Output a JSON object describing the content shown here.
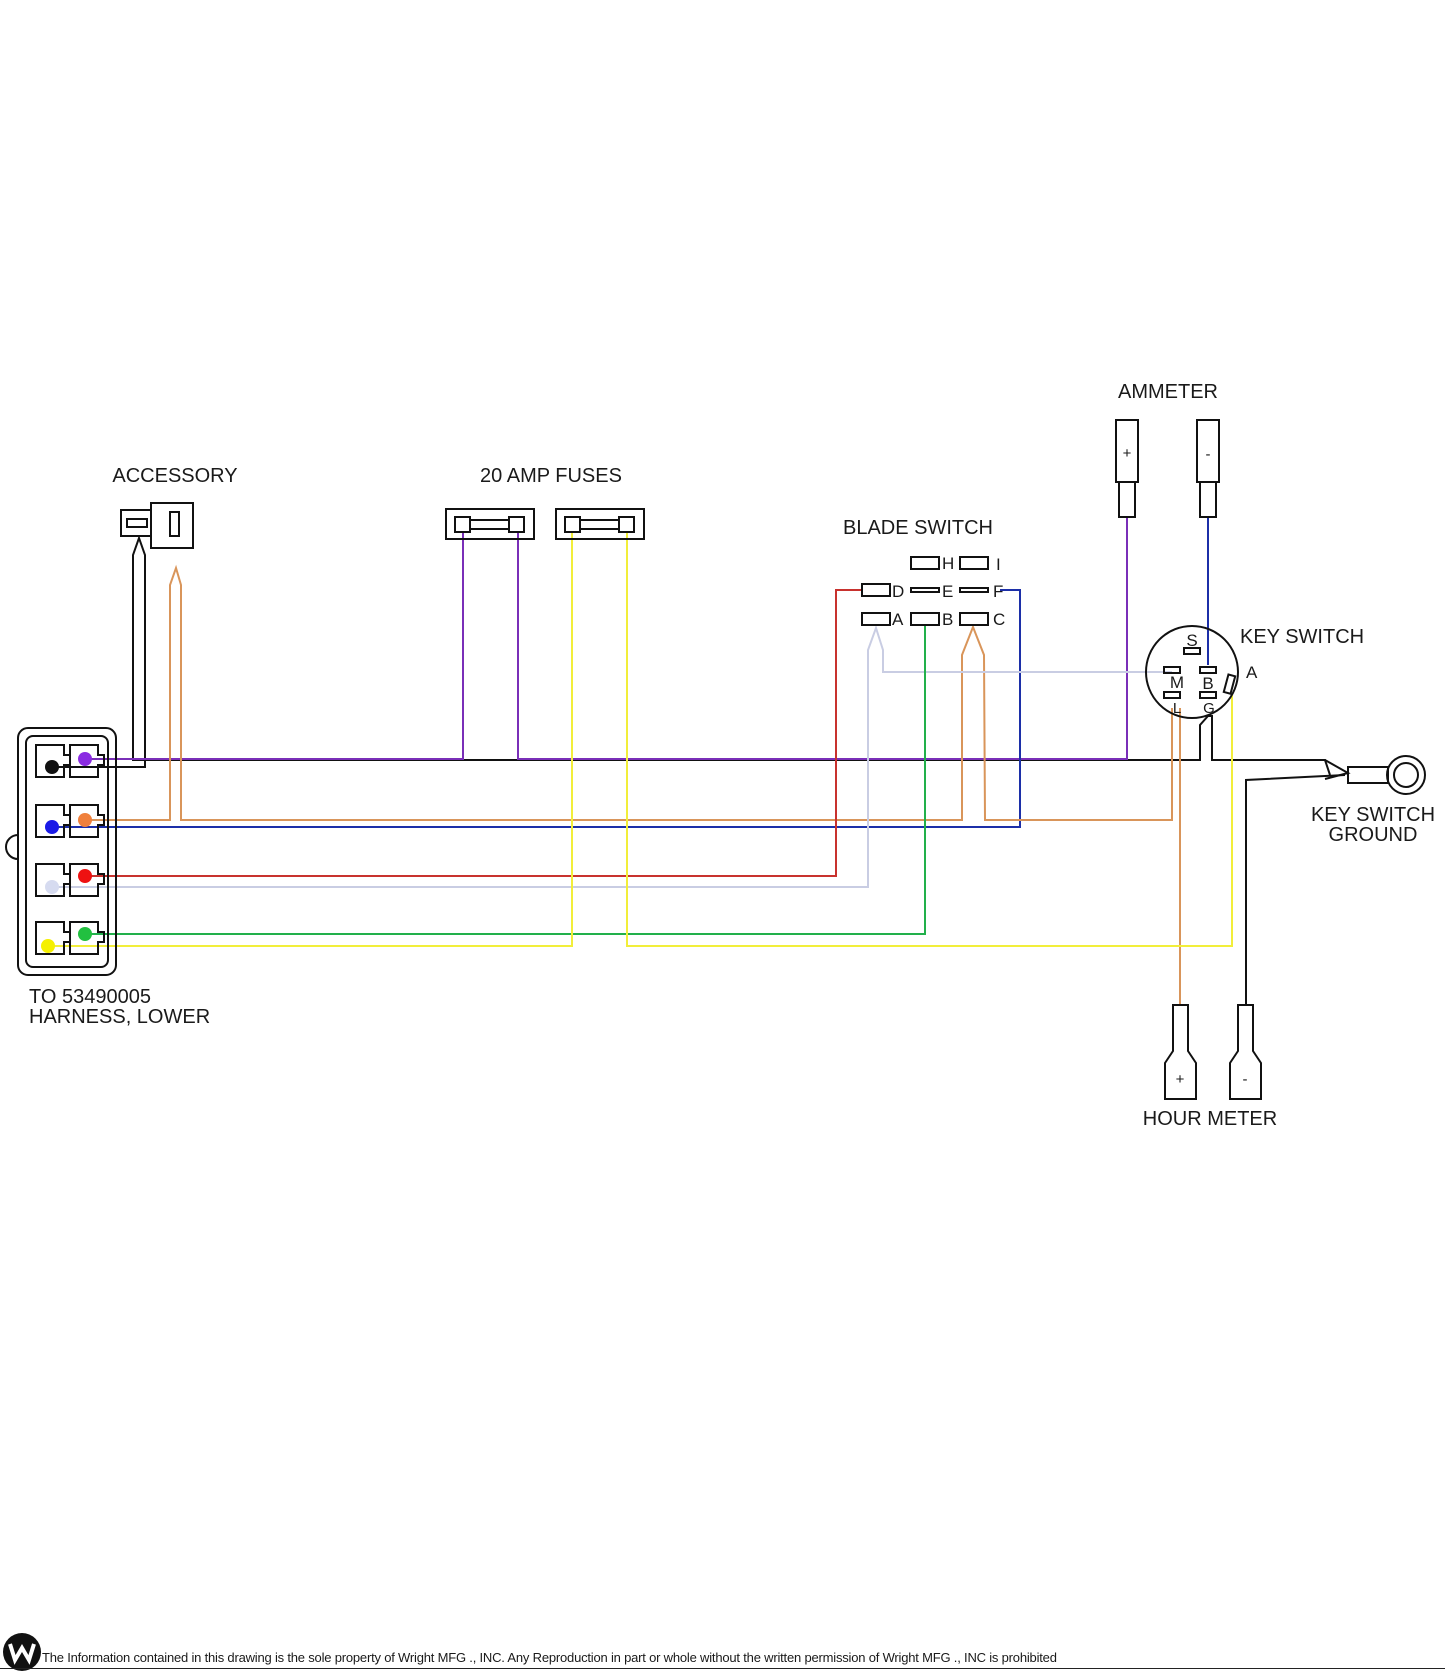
{
  "labels": {
    "accessory": "ACCESSORY",
    "fuses": "20 AMP FUSES",
    "blade_switch": "BLADE SWITCH",
    "ammeter": "AMMETER",
    "key_switch": "KEY SWITCH",
    "key_switch_ground_1": "KEY SWITCH",
    "key_switch_ground_2": "GROUND",
    "hour_meter": "HOUR METER",
    "harness_1": "TO 53490005",
    "harness_2": "HARNESS, LOWER"
  },
  "blade_switch_pins": [
    "H",
    "I",
    "D",
    "E",
    "F",
    "A",
    "B",
    "C"
  ],
  "key_switch_pins": {
    "s": "S",
    "m": "M",
    "b": "B",
    "l": "L",
    "g": "G",
    "a": "A"
  },
  "ammeter_terminals": {
    "plus": "+",
    "minus": "-"
  },
  "hour_meter_terminals": {
    "plus": "+",
    "minus": "-"
  },
  "wire_colors": {
    "black": "#111111",
    "purple": "#7a2fb8",
    "orange": "#d9955a",
    "blue": "#1c2fa8",
    "red": "#c8322e",
    "white": "#c9cde3",
    "green": "#22b04b",
    "yellow": "#f2ee3a"
  },
  "footer": "The Information contained in this drawing is the sole property of Wright MFG ., INC. Any Reproduction in part or whole without the written permission of Wright MFG ., INC is prohibited"
}
